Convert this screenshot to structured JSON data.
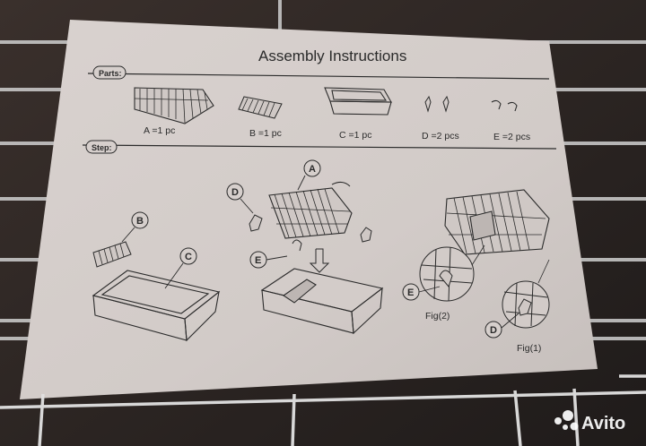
{
  "title": "Assembly Instructions",
  "sections": {
    "parts_label": "Parts:",
    "step_label": "Step:"
  },
  "parts": [
    {
      "label": "A =1 pc"
    },
    {
      "label": "B =1 pc"
    },
    {
      "label": "C =1 pc"
    },
    {
      "label": "D =2 pcs"
    },
    {
      "label": "E =2 pcs"
    }
  ],
  "callouts": {
    "b": "B",
    "c": "C",
    "d": "D",
    "a": "A",
    "e": "E",
    "e2": "E",
    "d2": "D"
  },
  "figures": {
    "fig2": "Fig(2)",
    "fig1": "Fig(1)"
  },
  "watermark": {
    "text": "Avito"
  },
  "colors": {
    "background": "#2a2523",
    "paper": "#d6cfcc",
    "wire": "#dcdcdc",
    "ink": "#2b2b2b"
  }
}
